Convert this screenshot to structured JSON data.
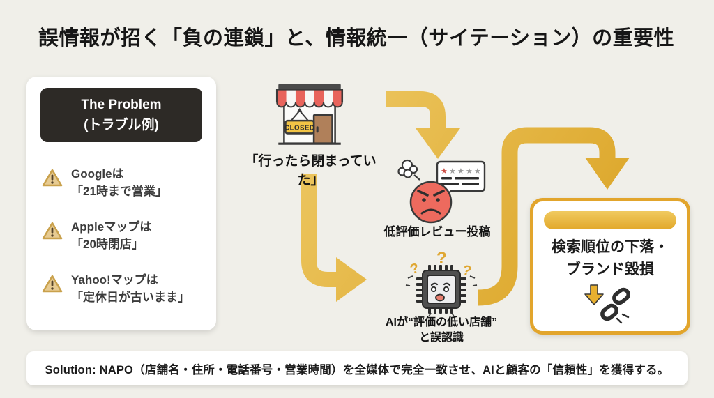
{
  "title": "誤情報が招く「負の連鎖」と、情報統一（サイテーション）の重要性",
  "problem_panel": {
    "header": {
      "line1": "The Problem",
      "line2": "(トラブル例)"
    },
    "items": [
      {
        "line1": "Googleは",
        "line2": "「21時まで営業」"
      },
      {
        "line1": "Appleマップは",
        "line2": "「20時閉店」"
      },
      {
        "line1": "Yahoo!マップは",
        "line2": "「定休日が古いまま」"
      }
    ]
  },
  "flow": {
    "store": {
      "sign_label": "CLOSED",
      "caption": "「行ったら閉まっていた」"
    },
    "review": {
      "caption": "低評価レビュー投稿"
    },
    "ai": {
      "caption_line1": "AIが“評価の低い店舗”",
      "caption_line2": "と誤認識"
    }
  },
  "outcome_box": {
    "line1": "検索順位の下落・",
    "line2": "ブランド毀損"
  },
  "solution_bar": {
    "label": "Solution: NAPO（店舗名・住所・電話番号・営業時間）を全媒体で完全一致させ、AIと顧客の「信頼性」を獲得する。"
  },
  "icons": {
    "star_glyph": "★",
    "question_glyph": "?",
    "warning_icon": "warning-triangle",
    "store_icon": "closed-storefront",
    "review_icon": "angry-face-one-star-review",
    "ai_icon": "confused-ai-chip",
    "chain_icon": "broken-link"
  },
  "colors": {
    "background": "#F0EFE9",
    "panel_dark": "#2D2A26",
    "arrow_gold_light": "#F0CD6C",
    "arrow_gold_dark": "#D9A01F",
    "box_border_gold": "#E2A52C",
    "bar_gold": "#E9B637",
    "alert_red": "#ED6A5E",
    "warning_fill": "#E7CB92",
    "warning_border": "#C9A14C",
    "star_red": "#CC4B42",
    "star_gray": "#9B9B9B"
  }
}
